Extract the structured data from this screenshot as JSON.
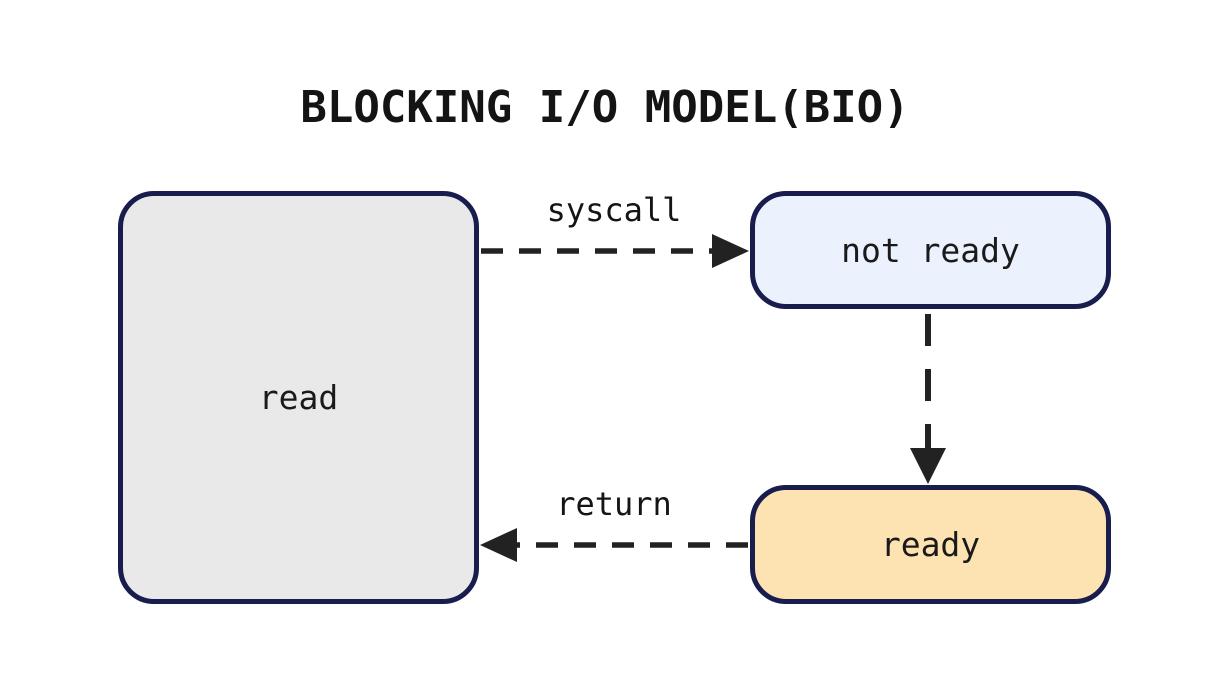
{
  "title": "BLOCKING I/O MODEL(BIO)",
  "nodes": {
    "read": {
      "label": "read",
      "fill": "#e9e9e9"
    },
    "not_ready": {
      "label": "not ready",
      "fill": "#ebf2fd"
    },
    "ready": {
      "label": "ready",
      "fill": "#fde2b2"
    }
  },
  "edges": {
    "syscall": {
      "label": "syscall",
      "from": "read",
      "to": "not ready",
      "style": "dashed"
    },
    "wait": {
      "label": "",
      "from": "not ready",
      "to": "ready",
      "style": "dashed"
    },
    "return": {
      "label": "return",
      "from": "ready",
      "to": "read",
      "style": "dashed"
    }
  },
  "colors": {
    "background": "#ffffff",
    "node_border": "#191d4d",
    "arrow": "#222222",
    "text": "#141414",
    "read_fill": "#e9e9e9",
    "not_ready_fill": "#ebf2fd",
    "ready_fill": "#fde2b2"
  }
}
